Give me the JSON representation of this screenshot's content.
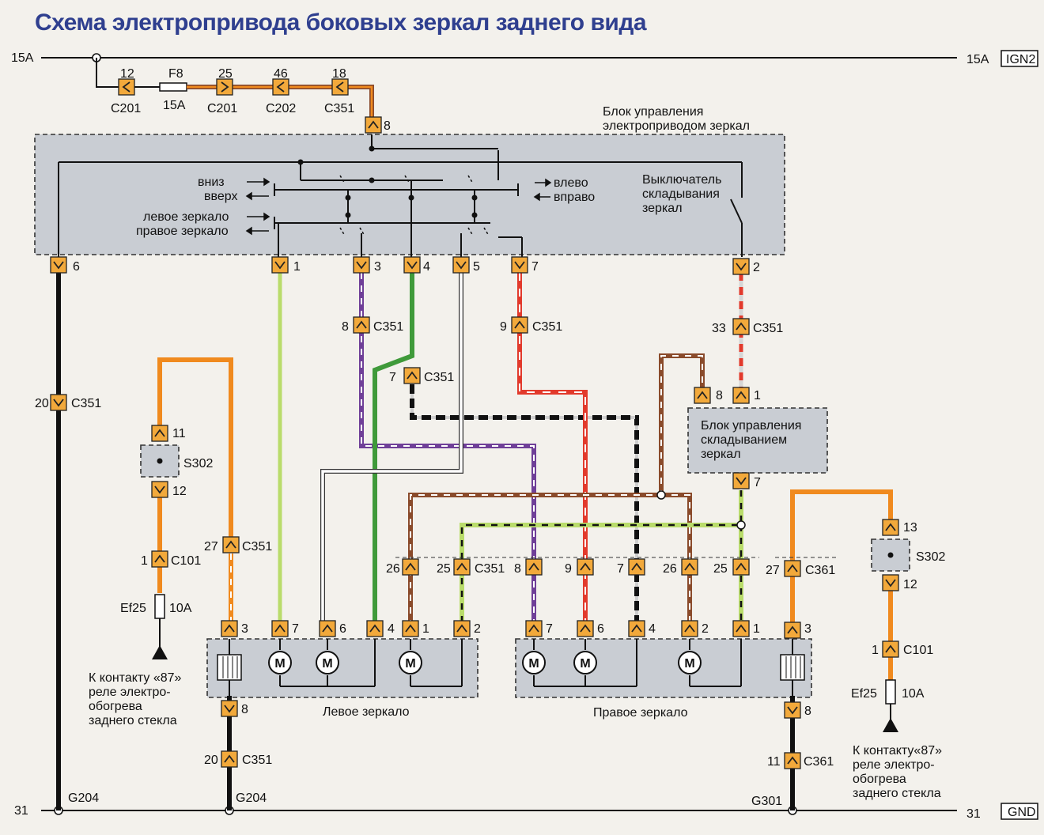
{
  "title": "Схема электропривода боковых зеркал заднего вида",
  "power": {
    "left_label": "15A",
    "right_label": "15A",
    "ign_label": "IGN2"
  },
  "ground": {
    "left_label": "31",
    "right_label": "31",
    "gnd_label": "GND"
  },
  "top_feed": {
    "c201a_pin": "12",
    "c201a": "C201",
    "fuse_name": "F8",
    "fuse_rating": "15A",
    "c201b_pin": "25",
    "c201b": "C201",
    "c202_pin": "46",
    "c202": "C202",
    "c351_pin": "18",
    "c351": "C351"
  },
  "control_unit": {
    "title_line1": "Блок управления",
    "title_line2": "электроприводом зеркал",
    "top_pin": "8",
    "arrow_down": "вниз",
    "arrow_up": "вверх",
    "left_mirror": "левое зеркало",
    "right_mirror": "правое зеркало",
    "arrow_left": "влево",
    "arrow_right": "вправо",
    "fold_switch_l1": "Выключатель",
    "fold_switch_l2": "складывания",
    "fold_switch_l3": "зеркал",
    "pins": [
      "6",
      "1",
      "3",
      "4",
      "5",
      "7",
      "2"
    ]
  },
  "mid_connectors": {
    "c20_pin": "20",
    "c20": "C351",
    "p3_pin": "8",
    "p3": "C351",
    "p4_pin": "7",
    "p4": "C351",
    "p7_pin": "9",
    "p7": "C351",
    "p2_pin": "33",
    "p2": "C351"
  },
  "fold_unit": {
    "line1": "Блок управления",
    "line2": "складыванием",
    "line3": "зеркал",
    "pin_a": "8",
    "pin_b": "1",
    "pin_out": "7"
  },
  "left_heater": {
    "s_top_pin": "11",
    "splice": "S302",
    "s_bot_pin": "12",
    "c101_pin": "1",
    "c101": "C101",
    "fuse": "Ef25",
    "fuse_rating": "10A",
    "c351_pin": "27",
    "c351": "C351",
    "note_l1": "К контакту «87»",
    "note_l2": "реле электро-",
    "note_l3": "обогрева",
    "note_l4": "заднего стекла"
  },
  "right_heater": {
    "s_top_pin": "13",
    "splice": "S302",
    "s_bot_pin": "12",
    "c101_pin": "1",
    "c101": "C101",
    "fuse": "Ef25",
    "fuse_rating": "10A",
    "c361_pin": "27",
    "c361": "C361",
    "note_l1": "К контакту«87»",
    "note_l2": "реле электро-",
    "note_l3": "обогрева",
    "note_l4": "заднего стекла"
  },
  "row_c351_left": {
    "pin_a": "26",
    "pin_b": "25",
    "name": "C351"
  },
  "row_c351_right": {
    "pins": [
      "8",
      "9",
      "7",
      "26",
      "25"
    ]
  },
  "left_mirror": {
    "label": "Левое зеркало",
    "pins": [
      "3",
      "7",
      "6",
      "4",
      "1",
      "2"
    ],
    "bottom_pin": "8"
  },
  "right_mirror": {
    "label": "Правое зеркало",
    "pins": [
      "7",
      "6",
      "4",
      "2",
      "1",
      "3"
    ],
    "bottom_pin": "8"
  },
  "motor_symbol": "M",
  "bottom_connectors": {
    "l_pin": "20",
    "l": "C351",
    "r_pin": "11",
    "r": "C361"
  },
  "grounds": {
    "g1": "G204",
    "g2": "G204",
    "g3": "G301"
  },
  "colors": {
    "orange": "#f08a1e",
    "brown": "#8a4b2b",
    "black": "#111111",
    "lightgreen": "#b9dc6b",
    "green": "#3f9a3a",
    "purple": "#6f3f98",
    "red": "#e23a2c",
    "white": "#ffffff",
    "grey": "#bdbdbd",
    "connector": "#f2a93b"
  }
}
